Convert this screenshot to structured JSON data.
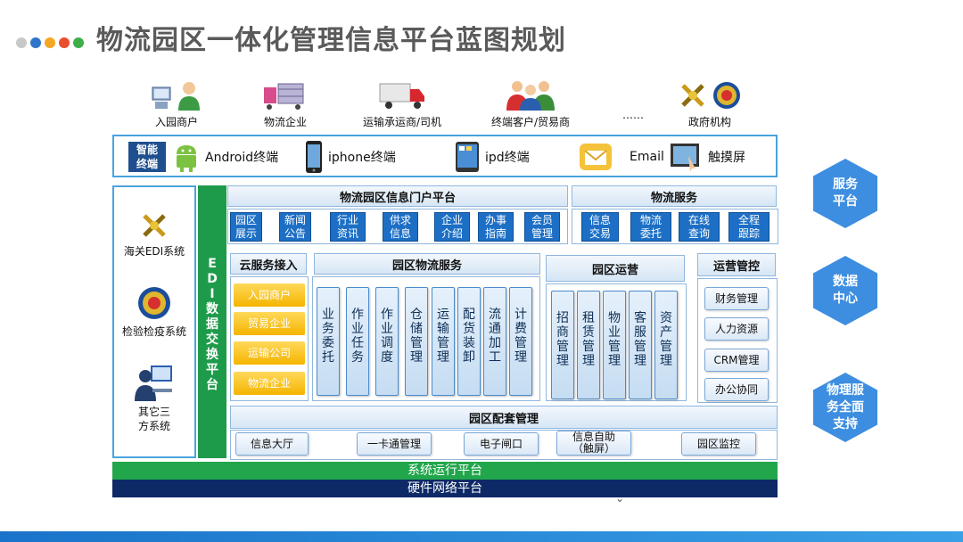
{
  "header": {
    "title": "物流园区一体化管理信息平台蓝图规划",
    "dots": [
      "#c8c8c8",
      "#2e75c9",
      "#f5a623",
      "#e94e2e",
      "#3fae49"
    ]
  },
  "users": [
    {
      "label": "入园商户",
      "icons": [
        "computer-icon",
        "person-icon"
      ]
    },
    {
      "label": "物流企业",
      "icons": [
        "forklift-icon"
      ]
    },
    {
      "label": "运输承运商/司机",
      "icons": [
        "truck-icon"
      ]
    },
    {
      "label": "终端客户/贸易商",
      "icons": [
        "people-icon"
      ]
    },
    {
      "label": "……",
      "icons": []
    },
    {
      "label": "政府机构",
      "icons": [
        "customs-icon",
        "emblem-icon"
      ]
    }
  ],
  "terminals": {
    "tag_line1": "智能",
    "tag_line2": "终端",
    "items": [
      {
        "label": "Android终端",
        "icon": "android-icon"
      },
      {
        "label": "iphone终端",
        "icon": "iphone-icon"
      },
      {
        "label": "ipd终端",
        "icon": "tablet-icon"
      },
      {
        "label": "Email",
        "icon": "email-icon"
      },
      {
        "label": "触摸屏",
        "icon": "touchscreen-icon"
      }
    ]
  },
  "left_systems": [
    {
      "label": "海关EDI系统",
      "icon": "customs-icon"
    },
    {
      "label": "检验检疫系统",
      "icon": "emblem-icon"
    },
    {
      "label_line1": "其它三",
      "label_line2": "方系统",
      "icon": "operator-icon"
    }
  ],
  "edi": [
    "E",
    "D",
    "I",
    "数",
    "据",
    "交",
    "换",
    "平",
    "台"
  ],
  "portal": {
    "title": "物流园区信息门户平台",
    "items": [
      [
        "园区",
        "展示"
      ],
      [
        "新闻",
        "公告"
      ],
      [
        "行业",
        "资讯"
      ],
      [
        "供求",
        "信息"
      ],
      [
        "企业",
        "介绍"
      ],
      [
        "办事",
        "指南"
      ],
      [
        "会员",
        "管理"
      ]
    ]
  },
  "logistics_service": {
    "title": "物流服务",
    "items": [
      [
        "信息",
        "交易"
      ],
      [
        "物流",
        "委托"
      ],
      [
        "在线",
        "查询"
      ],
      [
        "全程",
        "跟踪"
      ]
    ]
  },
  "cloud": {
    "title": "云服务接入",
    "items": [
      "入园商户",
      "贸易企业",
      "运输公司",
      "物流企业"
    ]
  },
  "park_logistics": {
    "title": "园区物流服务",
    "items": [
      "业务委托",
      "作业任务",
      "作业调度",
      "仓储管理",
      "运输管理",
      "配货装卸",
      "流通加工",
      "计费管理"
    ]
  },
  "park_ops": {
    "title": "园区运营",
    "items": [
      "招商管理",
      "租赁管理",
      "物业管理",
      "客服管理",
      "资产管理"
    ]
  },
  "ops_control": {
    "title": "运营管控",
    "items": [
      "财务管理",
      "人力资源",
      "CRM管理",
      "办公协同"
    ]
  },
  "facility": {
    "title": "园区配套管理",
    "items": [
      {
        "line1": "信息大厅",
        "line2": ""
      },
      {
        "line1": "一卡通管理",
        "line2": ""
      },
      {
        "line1": "电子闸口",
        "line2": ""
      },
      {
        "line1": "信息自助",
        "line2": "（触屏）"
      },
      {
        "line1": "园区监控",
        "line2": ""
      }
    ]
  },
  "platforms": {
    "system": "系统运行平台",
    "hardware": "硬件网络平台"
  },
  "side_hex": [
    {
      "line1": "服务",
      "line2": "平台",
      "line3": ""
    },
    {
      "line1": "数据",
      "line2": "中心",
      "line3": ""
    },
    {
      "line1": "物理服",
      "line2": "务全面",
      "line3": "支持"
    }
  ],
  "colors": {
    "accent_blue": "#1d6fc5",
    "edi_green": "#1e9b4a",
    "system_green": "#21a64b",
    "hardware_navy": "#0e2a66",
    "hex_blue": "#3d8ee0"
  }
}
